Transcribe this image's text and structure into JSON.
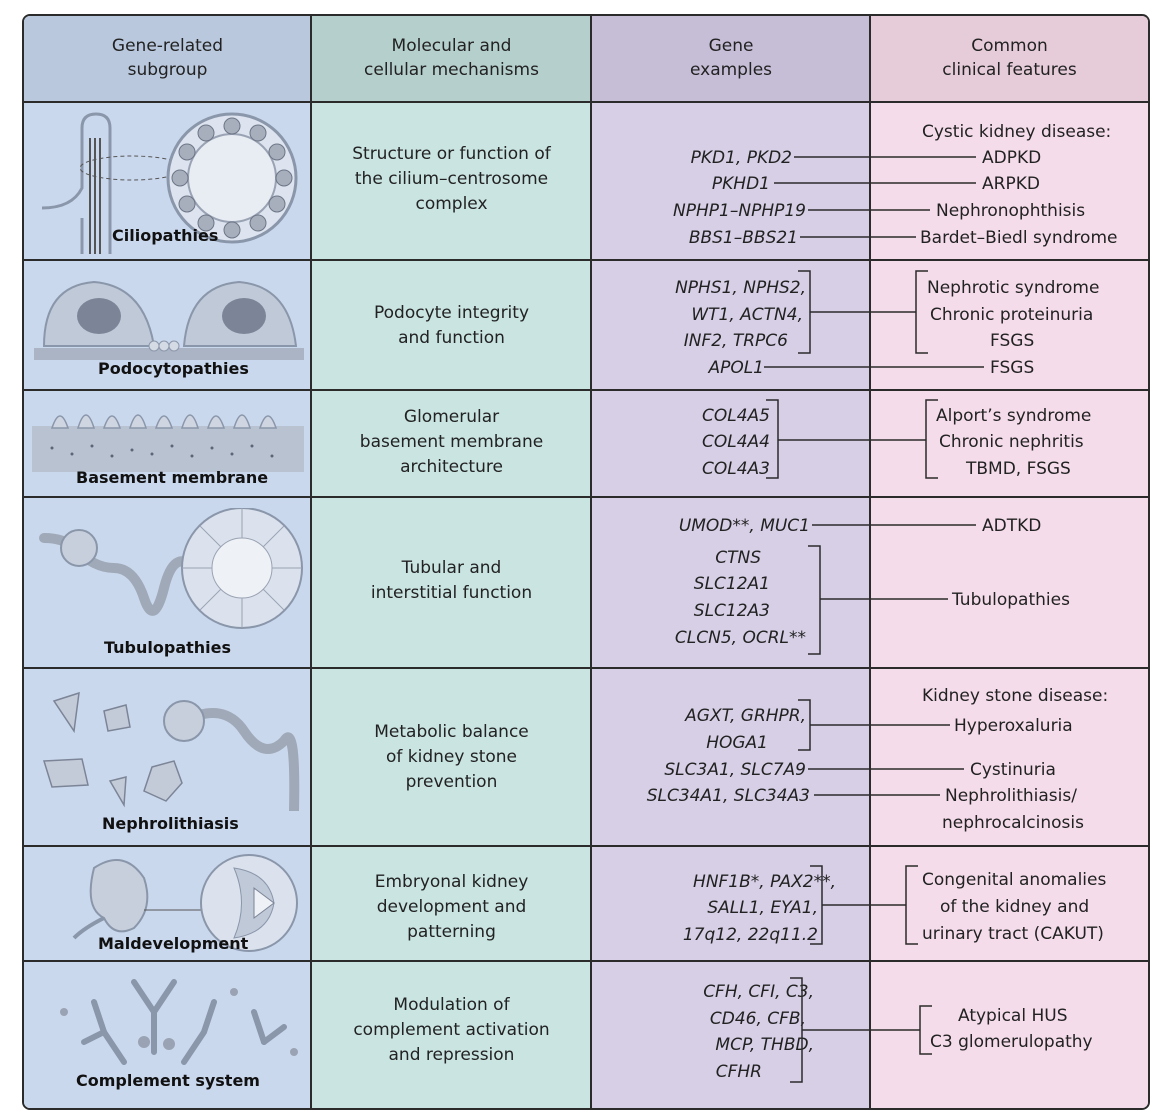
{
  "headers": {
    "col1": [
      "Gene-related",
      "subgroup"
    ],
    "col2": [
      "Molecular and",
      "cellular mechanisms"
    ],
    "col3": [
      "Gene",
      "examples"
    ],
    "col4": [
      "Common",
      "clinical features"
    ]
  },
  "rows": [
    {
      "subgroup": "Ciliopathies",
      "mechanism": [
        "Structure or function of",
        "the cilium–centrosome",
        "complex"
      ],
      "clinical_heading": "Cystic kidney disease:",
      "genes": [
        "PKD1, PKD2",
        "PKHD1",
        "NPHP1–NPHP19",
        "BBS1–BBS21"
      ],
      "features": [
        "ADPKD",
        "ARPKD",
        "Nephronophthisis",
        "Bardet–Biedl syndrome"
      ]
    },
    {
      "subgroup": "Podocytopathies",
      "mechanism": [
        "Podocyte integrity",
        "and function"
      ],
      "genes": [
        "NPHS1, NPHS2,",
        "WT1, ACTN4,",
        "INF2, TRPC6",
        "APOL1"
      ],
      "features": [
        "Nephrotic syndrome",
        "Chronic proteinuria",
        "FSGS",
        "FSGS"
      ]
    },
    {
      "subgroup": "Basement membrane",
      "mechanism": [
        "Glomerular",
        "basement membrane",
        "architecture"
      ],
      "genes": [
        "COL4A5",
        "COL4A4",
        "COL4A3"
      ],
      "features": [
        "Alport’s syndrome",
        "Chronic nephritis",
        "TBMD, FSGS"
      ]
    },
    {
      "subgroup": "Tubulopathies",
      "mechanism": [
        "Tubular and",
        "interstitial function"
      ],
      "genes": [
        "UMOD**, MUC1",
        "CTNS",
        "SLC12A1",
        "SLC12A3",
        "CLCN5, OCRL**"
      ],
      "features": [
        "ADTKD",
        "Tubulopathies"
      ]
    },
    {
      "subgroup": "Nephrolithiasis",
      "mechanism": [
        "Metabolic balance",
        "of kidney stone",
        "prevention"
      ],
      "clinical_heading": "Kidney stone disease:",
      "genes": [
        "AGXT, GRHPR,",
        "HOGA1",
        "SLC3A1, SLC7A9",
        "SLC34A1, SLC34A3"
      ],
      "features": [
        "Hyperoxaluria",
        "Cystinuria",
        "Nephrolithiasis/",
        "nephrocalcinosis"
      ]
    },
    {
      "subgroup": "Maldevelopment",
      "mechanism": [
        "Embryonal kidney",
        "development and",
        "patterning"
      ],
      "genes": [
        "HNF1B*, PAX2**,",
        "SALL1, EYA1,",
        "17q12, 22q11.2"
      ],
      "features": [
        "Congenital anomalies",
        "of the kidney and",
        "urinary tract (CAKUT)"
      ]
    },
    {
      "subgroup": "Complement system",
      "mechanism": [
        "Modulation of",
        "complement activation",
        "and repression"
      ],
      "genes": [
        "CFH, CFI, C3,",
        "CD46, CFB,",
        "MCP, THBD,",
        "CFHR"
      ],
      "features": [
        "Atypical HUS",
        "C3 glomerulopathy"
      ]
    }
  ],
  "colors": {
    "col1": "#cad8ee",
    "col2": "#c9e4e1",
    "col3": "#d7cfe6",
    "col4": "#f5dcea",
    "border": "#2b2b2b"
  }
}
